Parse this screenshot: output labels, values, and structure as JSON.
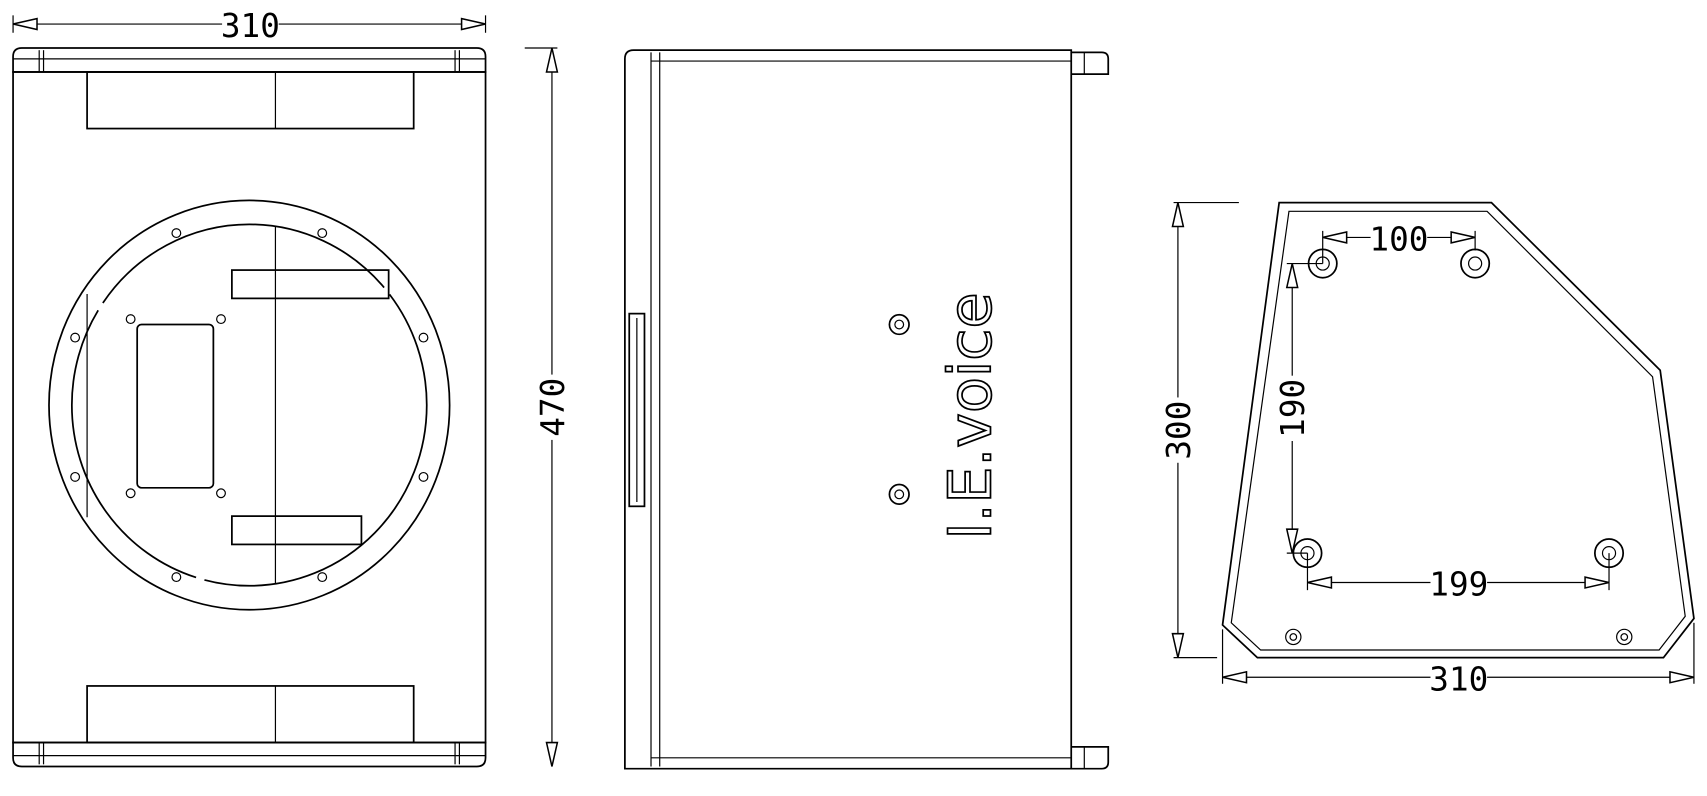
{
  "drawing": {
    "front_view": {
      "width_dim": "310",
      "height_dim": "470"
    },
    "side_view": {
      "brand_text": "I.E.voice"
    },
    "bottom_view": {
      "depth_dim": "300",
      "width_dim": "310",
      "front_hole_spacing": "100",
      "side_hole_spacing": "190",
      "rear_hole_spacing": "199"
    }
  }
}
